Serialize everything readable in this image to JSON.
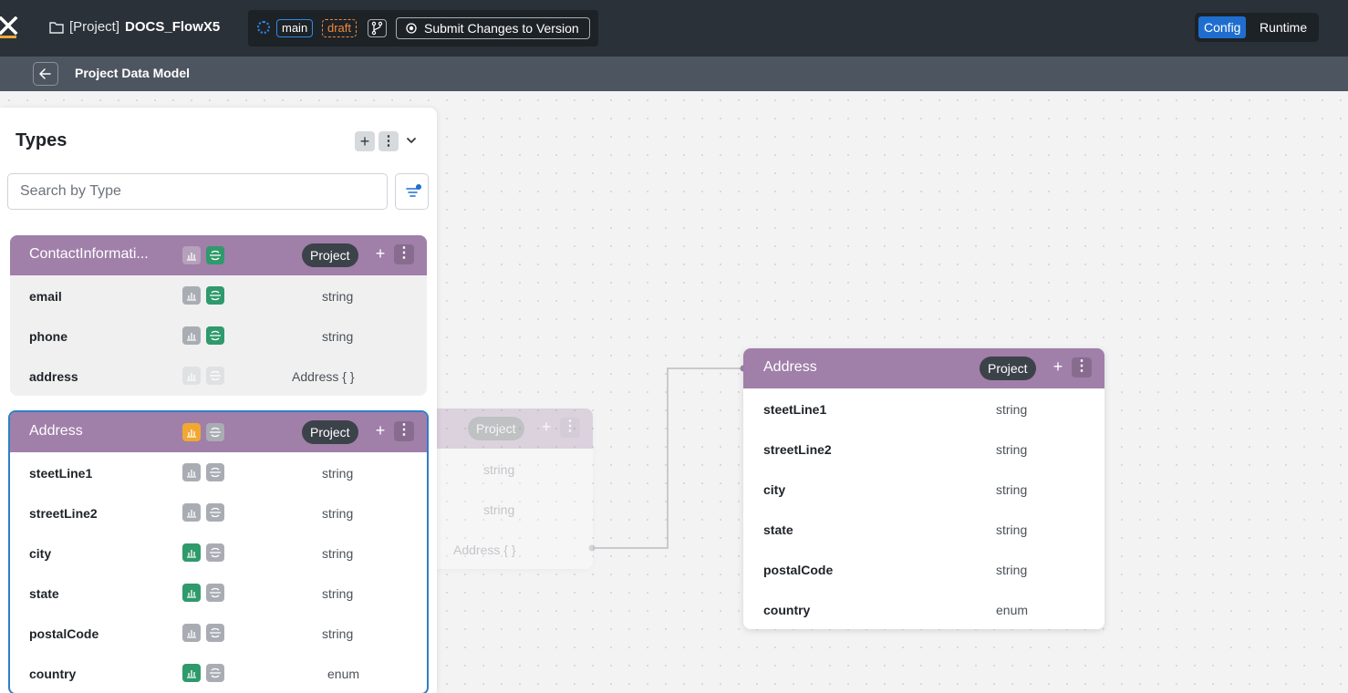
{
  "topbar": {
    "logo_icon": "x-logo-icon",
    "project_prefix": "[Project]",
    "project_name": "DOCS_FlowX5",
    "branch": "main",
    "status": "draft",
    "submit_label": "Submit Changes to Version",
    "modes": {
      "config": "Config",
      "runtime": "Runtime"
    }
  },
  "subbar": {
    "title": "Project Data Model"
  },
  "panel": {
    "title": "Types",
    "search_placeholder": "Search by Type",
    "cards": [
      {
        "name": "ContactInformati...",
        "scope": "Project",
        "fields": [
          {
            "name": "email",
            "type": "string"
          },
          {
            "name": "phone",
            "type": "string"
          },
          {
            "name": "address",
            "type": "Address { }"
          }
        ]
      },
      {
        "name": "Address",
        "scope": "Project",
        "fields": [
          {
            "name": "steetLine1",
            "type": "string"
          },
          {
            "name": "streetLine2",
            "type": "string"
          },
          {
            "name": "city",
            "type": "string"
          },
          {
            "name": "state",
            "type": "string"
          },
          {
            "name": "postalCode",
            "type": "string"
          },
          {
            "name": "country",
            "type": "enum"
          }
        ]
      }
    ]
  },
  "canvas": {
    "ghost_node": {
      "scope": "Project",
      "types": [
        "string",
        "string",
        "Address { }"
      ]
    },
    "address_node": {
      "name": "Address",
      "scope": "Project",
      "fields": [
        {
          "name": "steetLine1",
          "type": "string"
        },
        {
          "name": "streetLine2",
          "type": "string"
        },
        {
          "name": "city",
          "type": "string"
        },
        {
          "name": "state",
          "type": "string"
        },
        {
          "name": "postalCode",
          "type": "string"
        },
        {
          "name": "country",
          "type": "enum"
        }
      ]
    }
  },
  "colors": {
    "topbar": "#2b3138",
    "subbar": "#4d5660",
    "node_header": "#a07fa9",
    "accent": "#1f6ecf",
    "draft": "#f08a3c",
    "green_icon": "#2f9a6b",
    "orange_icon": "#f0a832"
  }
}
